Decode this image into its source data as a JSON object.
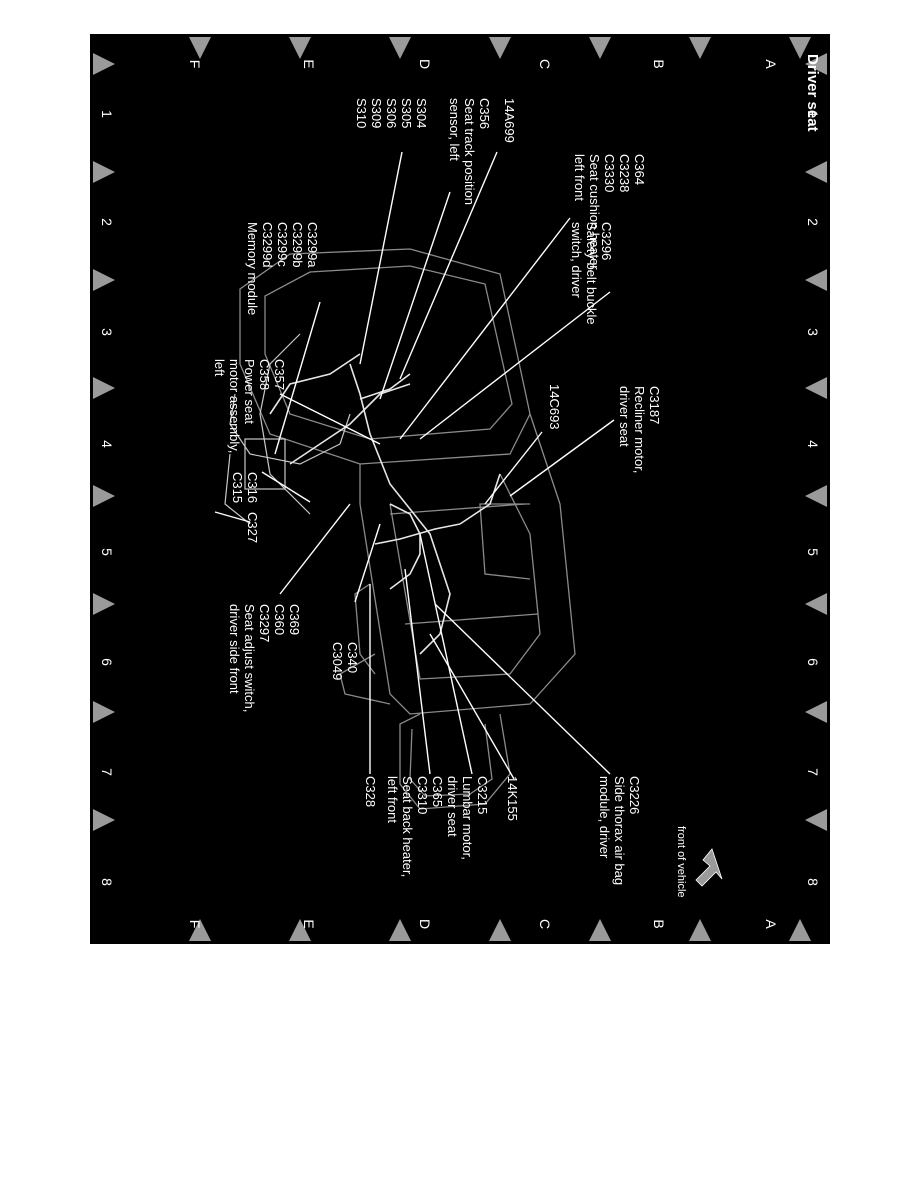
{
  "title": "Driver seat",
  "grid": {
    "columns": [
      "1",
      "2",
      "3",
      "4",
      "5",
      "6",
      "7",
      "8"
    ],
    "rows": [
      "A",
      "B",
      "C",
      "D",
      "E",
      "F"
    ]
  },
  "orientation_label": "front of vehicle",
  "callouts": {
    "c3296": [
      "C3296",
      "Safety belt buckle",
      "switch, driver"
    ],
    "c364": [
      "C364",
      "C3238",
      "C3330",
      "Seat cushion heater,",
      "left front"
    ],
    "a14a699": [
      "14A699"
    ],
    "c356": [
      "C356",
      "Seat track position",
      "sensor, left"
    ],
    "s304": [
      "S304",
      "S305",
      "S306",
      "S309",
      "S310"
    ],
    "c3299": [
      "C3299a",
      "C3299b",
      "C3299c",
      "C3299d",
      "Memory module"
    ],
    "c357": [
      "C357",
      "C358",
      "Power seat",
      "motor assembly,",
      "left"
    ],
    "c316": [
      "C316",
      "C315"
    ],
    "c327": [
      "C327"
    ],
    "c3187": [
      "C3187",
      "Recliner motor,",
      "driver seat"
    ],
    "c14c693": [
      "14C693"
    ],
    "c369": [
      "C369",
      "C360",
      "C3297",
      "Seat adjust switch,",
      "driver side front"
    ],
    "c340": [
      "C340",
      "C3049"
    ],
    "c3226": [
      "C3226",
      "Side thorax air bag",
      "module, driver"
    ],
    "k14k155": [
      "14K155"
    ],
    "c3215": [
      "C3215",
      "Lumbar motor,",
      "driver seat"
    ],
    "c365": [
      "C365",
      "C3310",
      "Seat back heater,",
      "left front"
    ],
    "c328": [
      "C328"
    ]
  },
  "colors": {
    "background": "#000000",
    "foreground": "#ffffff",
    "marker": "#9a9a9a"
  }
}
